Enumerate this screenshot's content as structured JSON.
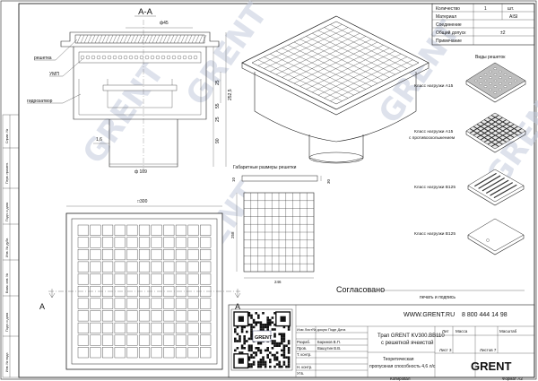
{
  "section": {
    "label": "А-А",
    "phi45": "ф45",
    "phi109": "ф 109"
  },
  "callouts": {
    "grate": "решетка",
    "ump": "УМП",
    "water_seal": "гидрозатвор"
  },
  "dims": {
    "d25a": "25",
    "d55": "55",
    "d252": "252,5",
    "d25b": "25",
    "d90": "90",
    "d16": "1,6",
    "d300": "□300",
    "d30": "30",
    "d10": "10",
    "d258": "258",
    "d246": "246"
  },
  "grate_dims_title": "Габаритные размеры решетки",
  "spec_table": [
    {
      "label": "Количество",
      "value": "1",
      "unit": "шт."
    },
    {
      "label": "Материал",
      "value": "AISI",
      "unit": ""
    },
    {
      "label": "Соединение",
      "value": "",
      "unit": ""
    },
    {
      "label": "Общий допуск",
      "value": "±2",
      "unit": ""
    },
    {
      "label": "Примечание",
      "value": "",
      "unit": ""
    }
  ],
  "grate_views": {
    "title": "Виды решеток",
    "items": [
      {
        "label_line1": "Класс нагрузки А15",
        "label_line2": ""
      },
      {
        "label_line1": "Класс нагрузки А15",
        "label_line2": "с противоскольжением"
      },
      {
        "label_line1": "Класс нагрузки В125",
        "label_line2": ""
      },
      {
        "label_line1": "Класс нагрузки В125",
        "label_line2": ""
      }
    ]
  },
  "approval": {
    "agreed": "Согласовано",
    "sign_hint": "печать и подпись"
  },
  "contacts": {
    "site": "WWW.GRENT.RU",
    "phone": "8 800 444 14 98"
  },
  "brand": {
    "name": "GRENT",
    "watermark": "GRENT"
  },
  "title_block": {
    "title_line1": "Трап GRENT KV300.BB110",
    "title_line2": "с решеткой ячеистой",
    "capacity_line1": "Теоретическая",
    "capacity_line2": "пропускная способность 4,6 л/с",
    "header_row": "Изм Лист№ докум Подп Дата",
    "rows": [
      {
        "role": "Разраб.",
        "name": "Баринов В.П."
      },
      {
        "role": "Пров.",
        "name": "Вашутин В.В."
      },
      {
        "role": "Т. контр.",
        "name": ""
      },
      {
        "role": "",
        "name": ""
      },
      {
        "role": "Н. контр.",
        "name": ""
      },
      {
        "role": "Утв.",
        "name": ""
      }
    ],
    "lit": "Лит",
    "mass": "Масса",
    "scale": "Масштаб",
    "sheet": "Лист 3",
    "sheets": "Листов 7",
    "copied": "Копировал",
    "format": "Формат А3"
  },
  "side_stamp": [
    "Справ. №",
    "Перв. примен.",
    "Подп. и дата",
    "Инв. № дубл.",
    "Взам. инв. №",
    "Подп. и дата",
    "Инв. № подл."
  ],
  "section_markers": {
    "left": "А",
    "right": "А"
  }
}
